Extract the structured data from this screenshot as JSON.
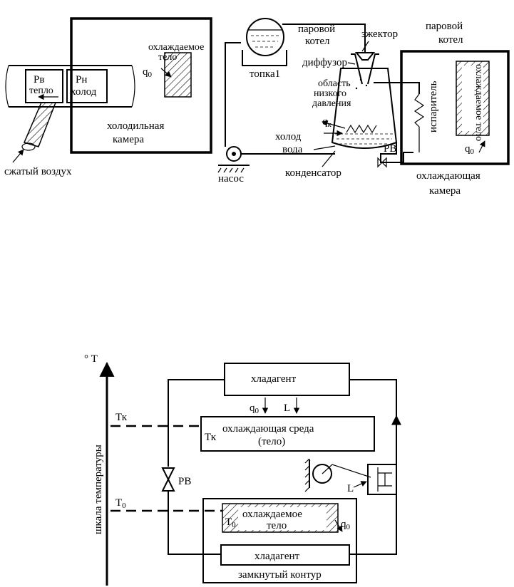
{
  "top": {
    "vortex": {
      "pv_label": "Рв",
      "warm_label": "тепло",
      "pn_label": "Рн",
      "cold_label": "холод",
      "compressed_air": "сжатый воздух",
      "cooled_body": [
        "охлаждаемое",
        "тело"
      ],
      "q0": "q",
      "q0_sub": "0",
      "chamber": [
        "холодильная",
        "камера"
      ]
    },
    "ejector": {
      "steam_boiler": [
        "паровой",
        "котел"
      ],
      "ejector_label": "эжектор",
      "firebox": "топка1",
      "diffuser": "диффузор",
      "low_pressure": [
        "область",
        "низкого",
        "давления"
      ],
      "qk": "q",
      "qk_sub": "к",
      "cold": "холод",
      "water": "вода",
      "pv": "РВ",
      "pump": "насос",
      "condenser": "конденсатор",
      "steam_boiler_right": [
        "паровой",
        "котел"
      ],
      "evaporator": "испаритель",
      "cooled_body": "охлаждаемое тело",
      "q0": "q",
      "q0_sub": "0",
      "cooling_chamber": [
        "охлаждающая",
        "камера"
      ]
    }
  },
  "bottom": {
    "axis_unit": "° Т",
    "axis_label": "шкала температуры",
    "tk": "Тк",
    "t0": "Т",
    "t0_sub": "0",
    "refrigerant_top": "хладагент",
    "q0": "q",
    "q0_sub": "0",
    "l_top": "L",
    "tk_inner": "Тк",
    "cooling_medium": [
      "охлаждающая среда",
      "(тело)"
    ],
    "pv": "РВ",
    "l_mid": "L",
    "t0_inner": "Т",
    "t0_inner_sub": "0",
    "cooled_body": [
      "охлаждаемое",
      "тело"
    ],
    "q0_right": "q",
    "q0_right_sub": "0",
    "refrigerant_bottom": "хладагент",
    "closed_loop": "замкнутый контур"
  }
}
